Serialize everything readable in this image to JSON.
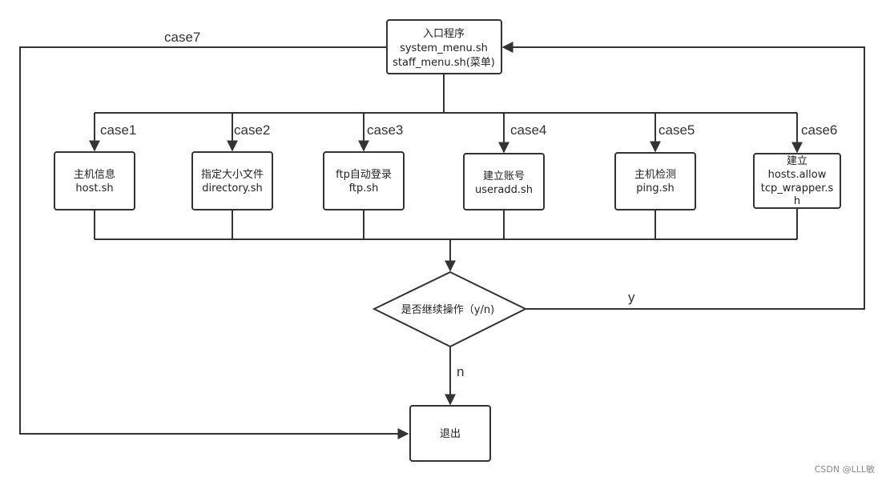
{
  "entry": {
    "line1": "入口程序",
    "line2": "system_menu.sh",
    "line3": "staff_menu.sh(菜单)"
  },
  "cases": [
    {
      "label": "case1",
      "line1": "主机信息",
      "line2": "host.sh"
    },
    {
      "label": "case2",
      "line1": "指定大小文件",
      "line2": "directory.sh"
    },
    {
      "label": "case3",
      "line1": "ftp自动登录",
      "line2": "ftp.sh"
    },
    {
      "label": "case4",
      "line1": "建立账号",
      "line2": "useradd.sh"
    },
    {
      "label": "case5",
      "line1": "主机检测",
      "line2": "ping.sh"
    },
    {
      "label": "case6",
      "line1": "建立",
      "line2": "hosts.allow",
      "line3": "tcp_wrapper.s",
      "line4": "h"
    }
  ],
  "case7_label": "case7",
  "decision": "是否继续操作（y/n)",
  "yes_label": "y",
  "no_label": "n",
  "exit_label": "退出",
  "watermark": "CSDN @LLL敏",
  "colors": {
    "stroke": "#333333",
    "background": "#ffffff",
    "text": "#222222",
    "watermark": "#8a8a8a"
  }
}
